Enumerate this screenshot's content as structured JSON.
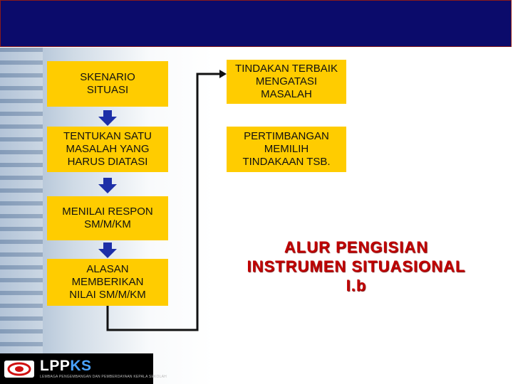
{
  "slide": {
    "header_color": "#0b0b6b",
    "box_color": "#ffcc00",
    "title_color": "#c00000"
  },
  "boxes": [
    {
      "label": "SKENARIO\nSITUASI"
    },
    {
      "label": "TENTUKAN SATU\nMASALAH YANG\nHARUS DIATASI"
    },
    {
      "label": "MENILAI RESPON\nSM/M/KM"
    },
    {
      "label": "ALASAN\nMEMBERIKAN\nNILAI SM/M/KM"
    },
    {
      "label": "TINDAKAN TERBAIK\nMENGATASI\nMASALAH"
    },
    {
      "label": "PERTIMBANGAN\nMEMILIH\nTINDAKAAN TSB."
    }
  ],
  "title": "ALUR PENGISIAN\nINSTRUMEN SITUASIONAL\nI.b",
  "logo": {
    "brand_main": "LPP",
    "brand_accent": "KS",
    "tagline": "LEMBAGA PENGEMBANGAN DAN PEMBERDAYAAN KEPALA SEKOLAH"
  },
  "icons": {
    "down_arrow": "down-arrow-icon",
    "logo_emblem": "lppks-emblem-icon"
  }
}
